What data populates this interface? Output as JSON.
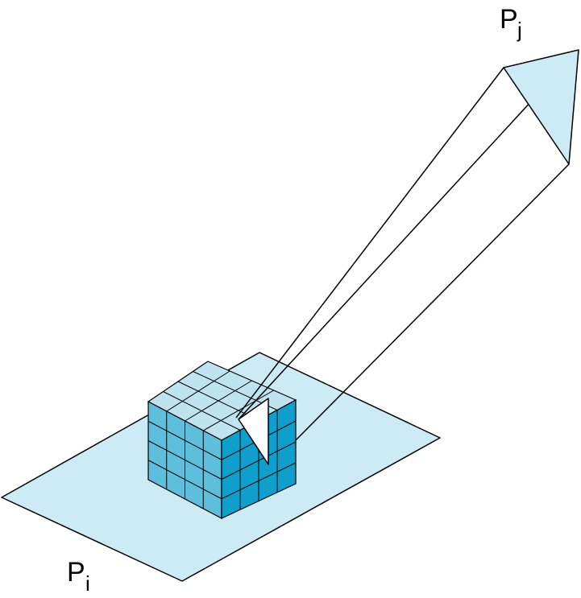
{
  "labels": {
    "plane_i": {
      "letter": "P",
      "subscript": "i"
    },
    "plane_j": {
      "letter": "P",
      "subscript": "j"
    }
  },
  "colors": {
    "plane_fill": "#cdebf4",
    "voxel_top": "#bfe3ef",
    "voxel_front": "#5dbfdc",
    "voxel_side": "#0e9fcc",
    "outline": "#000000",
    "triangle": "#ffffff"
  },
  "voxel_grid": {
    "columns": 4,
    "rows": 4,
    "depth": 4
  }
}
